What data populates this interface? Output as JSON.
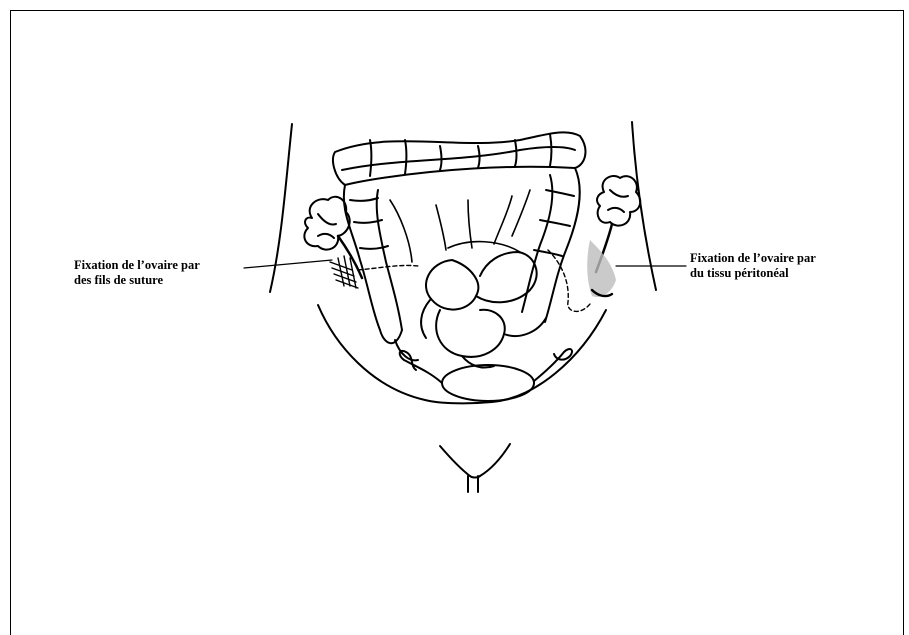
{
  "annotations": {
    "left": {
      "line1": "Fixation de l’ovaire par",
      "line2": "des fils de suture"
    },
    "right": {
      "line1": "Fixation de l’ovaire par",
      "line2": "du tissu péritonéal"
    }
  }
}
